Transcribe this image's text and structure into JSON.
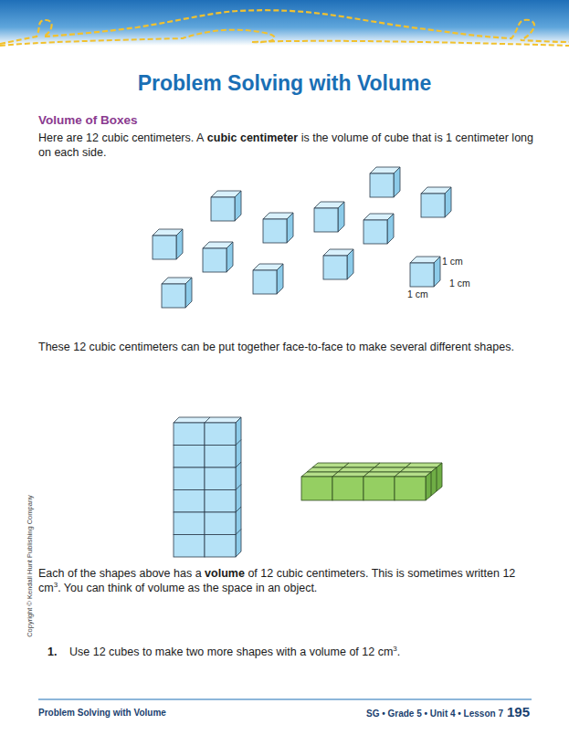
{
  "diagram": {
    "title": "Problem Solving with Volume",
    "labels": [
      "Volume of Boxes",
      "Here are 12 cubic centimeters. A",
      "cubic centimeter",
      "is the volume of cube that is 1 centimeter long on each side.",
      "1 cm",
      "1 cm",
      "1 cm",
      "These 12 cubic centimeters can be put together face-to-face to make several different shapes.",
      "Each of the shapes above has a",
      "volume",
      "of 12 cubic centimeters. This is sometimes written 12 cm",
      "3",
      ". You can think of volume as the space in an object.",
      "1.",
      "Use 12 cubes to make two more shapes with a volume of 12 cm",
      "3",
      ".",
      "Copyright © Kendall Hunt Publishing Company",
      "Problem Solving with Volume",
      "SG • Grade 5 • Unit 4 • Lesson 7",
      "195"
    ]
  }
}
